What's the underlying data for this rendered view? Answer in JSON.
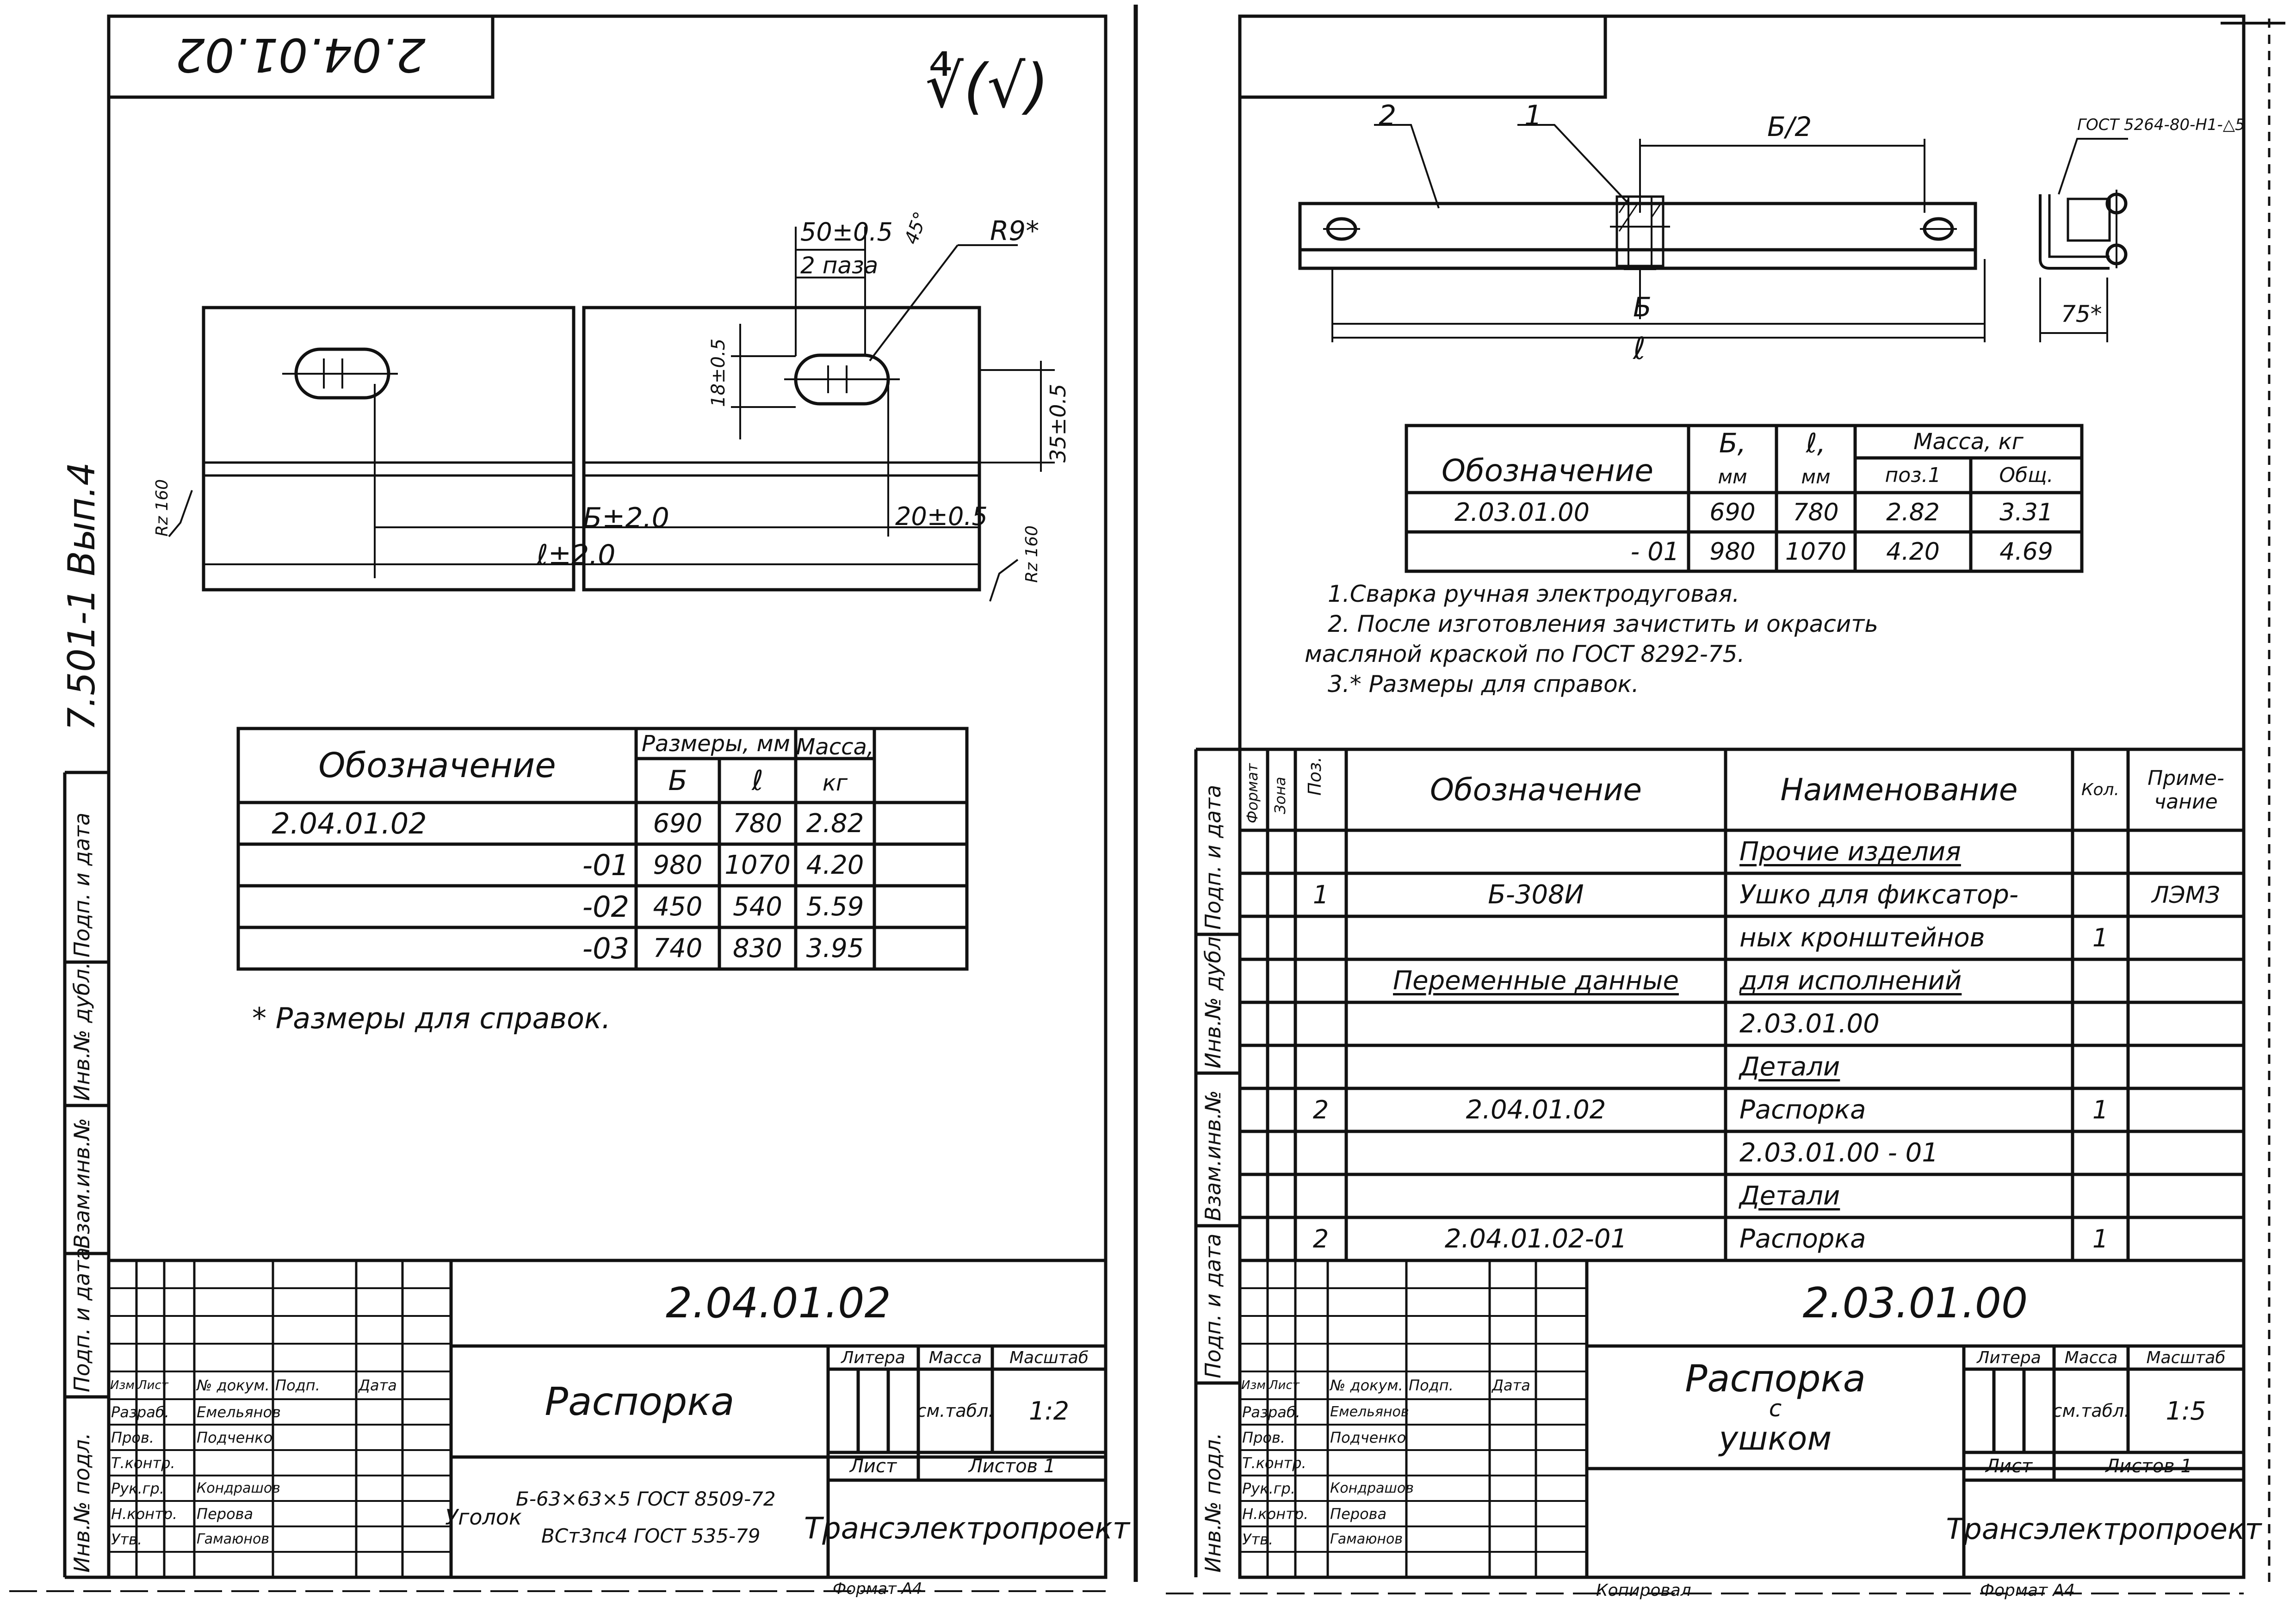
{
  "left_sheet": {
    "code_stamp_rotated": "2.04.01.02",
    "roughness": "∜(√)",
    "series_label": "7.501-1 Вып.4",
    "side_labels": [
      "Инв.№ подл.",
      "Подп. и дата",
      "Взам.инв.№",
      "Инв.№ дубл.",
      "Подп. и дата"
    ],
    "dims": {
      "slot_width": "50±0.5",
      "slots_count": "2 паза",
      "r9": "R9*",
      "slot_height": "18±0.5",
      "angle": "45°",
      "h": "35±0.5",
      "b": "Б±2.0",
      "e20": "20±0.5",
      "l": "ℓ±2.0",
      "ra_left": "Rz 160",
      "ra_right": "Rz 160"
    },
    "table": {
      "header_designation": "Обозначение",
      "header_sizes": "Размеры, мм",
      "header_b": "Б",
      "header_l": "ℓ",
      "header_mass": "Масса,",
      "header_mass_unit": "кг",
      "rows": [
        {
          "des": "2.04.01.02",
          "b": "690",
          "l": "780",
          "m": "2.82"
        },
        {
          "des": "-01",
          "b": "980",
          "l": "1070",
          "m": "4.20"
        },
        {
          "des": "-02",
          "b": "450",
          "l": "540",
          "m": "5.59"
        },
        {
          "des": "-03",
          "b": "740",
          "l": "830",
          "m": "3.95"
        }
      ]
    },
    "note": "*  Размеры для справок.",
    "title_block": {
      "code": "2.04.01.02",
      "name": "Распорка",
      "lit": "Литера",
      "mass": "Масса",
      "scale": "Масштаб",
      "mass_val": "см.табл.",
      "scale_val": "1:2",
      "sheet": "Лист",
      "sheets": "Листов 1",
      "org": "Трансэлектропроект",
      "material_prefix": "Уголок",
      "material_top": "Б-63×63×5 ГОСТ 8509-72",
      "material_bottom": "ВСт3пс4 ГОСТ 535-79",
      "format": "Формат А4",
      "head": [
        "Изм.",
        "Лист",
        "№ докум.",
        "Подп.",
        "Дата"
      ],
      "roles": [
        "Разраб.",
        "Пров.",
        "Т.контр.",
        "Рук.гр.",
        "Н.контр.",
        "Утв."
      ],
      "names": [
        "Емельянов",
        "Подченко",
        "",
        "Кондрашов",
        "Перова",
        "Гамаюнов"
      ]
    }
  },
  "right_sheet": {
    "side_labels": [
      "Инв.№ подл.",
      "Подп. и дата",
      "Взам.инв.№",
      "Инв.№ дубл.",
      "Подп. и дата"
    ],
    "callouts": {
      "c2": "2",
      "c1": "1",
      "half": "Б/2",
      "gost": "ГОСТ 5264-80-Н1-△5",
      "b": "Б",
      "l": "ℓ",
      "w75": "75*"
    },
    "table": {
      "header_designation": "Обозначение",
      "header_b": "Б,",
      "header_b_unit": "мм",
      "header_l": "ℓ,",
      "header_l_unit": "мм",
      "header_mass": "Масса, кг",
      "header_pos1": "поз.1",
      "header_total": "Общ.",
      "rows": [
        {
          "des": "2.03.01.00",
          "b": "690",
          "l": "780",
          "p1": "2.82",
          "tot": "3.31"
        },
        {
          "des": "- 01",
          "b": "980",
          "l": "1070",
          "p1": "4.20",
          "tot": "4.69"
        }
      ]
    },
    "notes": [
      "1.Сварка ручная электродуговая.",
      "2. После изготовления зачистить и окрасить",
      "масляной краской по ГОСТ 8292-75.",
      "3.* Размеры для справок."
    ],
    "spec": {
      "h_format": "Формат",
      "h_zone": "Зона",
      "h_pos": "Поз.",
      "h_des": "Обозначение",
      "h_name": "Наименование",
      "h_qty": "Кол.",
      "h_note": "Приме-чание",
      "rows": [
        {
          "pos": "",
          "des": "",
          "name": "Прочие изделия",
          "qty": "",
          "note": "",
          "ul": true
        },
        {
          "pos": "1",
          "des": "Б-308И",
          "name": "Ушко для фиксатор-",
          "qty": "",
          "note": "ЛЭМЗ",
          "ul": false
        },
        {
          "pos": "",
          "des": "",
          "name": "ных кронштейнов",
          "qty": "1",
          "note": "",
          "ul": false
        },
        {
          "pos": "",
          "des": "Переменные данные",
          "name": "для исполнений",
          "qty": "",
          "note": "",
          "ul": true
        },
        {
          "pos": "",
          "des": "",
          "name": "2.03.01.00",
          "qty": "",
          "note": "",
          "ul": false
        },
        {
          "pos": "",
          "des": "",
          "name": "Детали",
          "qty": "",
          "note": "",
          "ul": true
        },
        {
          "pos": "2",
          "des": "2.04.01.02",
          "name": "Распорка",
          "qty": "1",
          "note": "",
          "ul": false
        },
        {
          "pos": "",
          "des": "",
          "name": "2.03.01.00 - 01",
          "qty": "",
          "note": "",
          "ul": false
        },
        {
          "pos": "",
          "des": "",
          "name": "Детали",
          "qty": "",
          "note": "",
          "ul": true
        },
        {
          "pos": "2",
          "des": "2.04.01.02-01",
          "name": "Распорка",
          "qty": "1",
          "note": "",
          "ul": false
        }
      ]
    },
    "title_block": {
      "code": "2.03.01.00",
      "name_l1": "Распорка",
      "name_l2": "с",
      "name_l3": "ушком",
      "lit": "Литера",
      "mass": "Масса",
      "scale": "Масштаб",
      "mass_val": "см.табл.",
      "scale_val": "1:5",
      "sheet": "Лист",
      "sheets": "Листов 1",
      "org": "Трансэлектропроект",
      "copied": "Копировал",
      "format": "Формат А4",
      "head": [
        "Изм.",
        "Лист",
        "№ докум.",
        "Подп.",
        "Дата"
      ],
      "roles": [
        "Разраб.",
        "Пров.",
        "Т.контр.",
        "Рук.гр.",
        "Н.контр.",
        "Утв."
      ],
      "names": [
        "Емельянов",
        "Подченко",
        "",
        "Кондрашов",
        "Перова",
        "Гамаюнов"
      ]
    }
  }
}
